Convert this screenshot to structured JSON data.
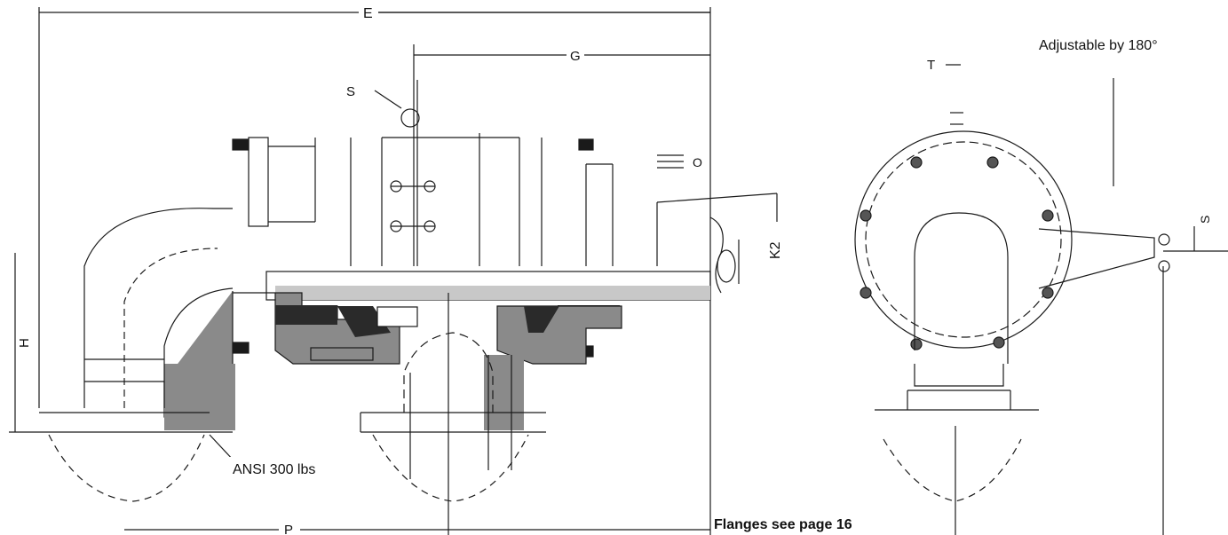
{
  "annotations": {
    "adjustable": "Adjustable by 180°",
    "ansi": "ANSI 300 lbs",
    "flanges": "Flanges see page 16"
  },
  "dimension_letters": {
    "E": "E",
    "G": "G",
    "S_top": "S",
    "K2": "K2",
    "T": "T",
    "O": "O",
    "P": "P",
    "H": "H",
    "S_right": "S"
  },
  "colors": {
    "line": "#1a1a1a",
    "section_fill": "#8a8a8a",
    "light_fill": "#c8c8c8",
    "dark_fill": "#2a2a2a"
  }
}
